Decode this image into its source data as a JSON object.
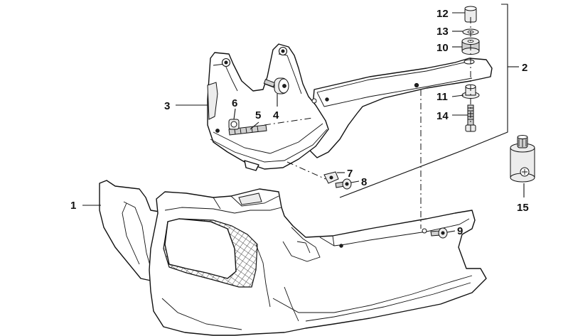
{
  "figure": {
    "callouts": [
      {
        "id": "1",
        "part": "lower fairing shell"
      },
      {
        "id": "2",
        "part": "bracket arm"
      },
      {
        "id": "3",
        "part": "carrier bracket"
      },
      {
        "id": "4",
        "part": "rubber mount"
      },
      {
        "id": "5",
        "part": "stud bolt"
      },
      {
        "id": "6",
        "part": "nut"
      },
      {
        "id": "7",
        "part": "clip nut"
      },
      {
        "id": "8",
        "part": "screw"
      },
      {
        "id": "9",
        "part": "screw"
      },
      {
        "id": "10",
        "part": "rubber grommet"
      },
      {
        "id": "11",
        "part": "collar"
      },
      {
        "id": "12",
        "part": "spacer sleeve"
      },
      {
        "id": "13",
        "part": "washer"
      },
      {
        "id": "14",
        "part": "hex bolt"
      },
      {
        "id": "15",
        "part": "damper"
      }
    ]
  },
  "colors": {
    "line": "#111111",
    "background": "#ffffff",
    "shade": "#cfcfcf",
    "mesh": "#333333"
  },
  "icons": {
    "mesh": "grille-mesh-pattern"
  }
}
